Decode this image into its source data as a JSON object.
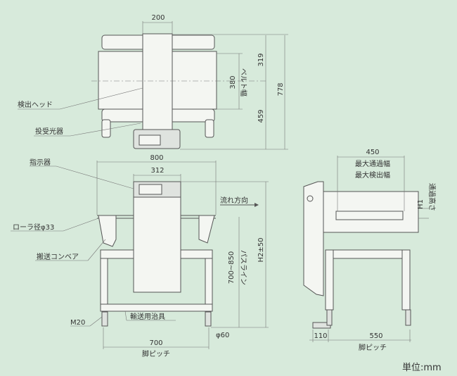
{
  "top_view": {
    "dim_head_width": "200",
    "dim_upper": "319",
    "dim_belt": "380",
    "belt_width_label": "ベルト幅",
    "dim_total_depth": "778",
    "dim_lower": "459",
    "label_head": "検出ヘッド",
    "label_sensor": "投受光器"
  },
  "front_view": {
    "dim_total_width": "800",
    "dim_head_width": "312",
    "label_indicator": "指示器",
    "flow_direction": "流れ方向",
    "label_roller": "ローラ径φ33",
    "label_conveyor": "搬送コンベア",
    "dim_passline": "700~850",
    "passline_label": "パスライン",
    "dim_height": "H2±50",
    "label_m20": "M20",
    "label_jig": "輸送用治具",
    "dim_foot": "φ60",
    "dim_leg_pitch": "700",
    "leg_pitch_label": "脚ピッチ"
  },
  "side_view": {
    "dim_width": "450",
    "max_pass_width": "最大通過幅",
    "max_detect_width": "最大検出幅",
    "dim_h1": "H1",
    "pass_height_label": "通過高さ",
    "dim_offset": "110",
    "dim_leg_pitch": "550",
    "leg_pitch_label": "脚ピッチ"
  },
  "unit_label": "単位:mm"
}
